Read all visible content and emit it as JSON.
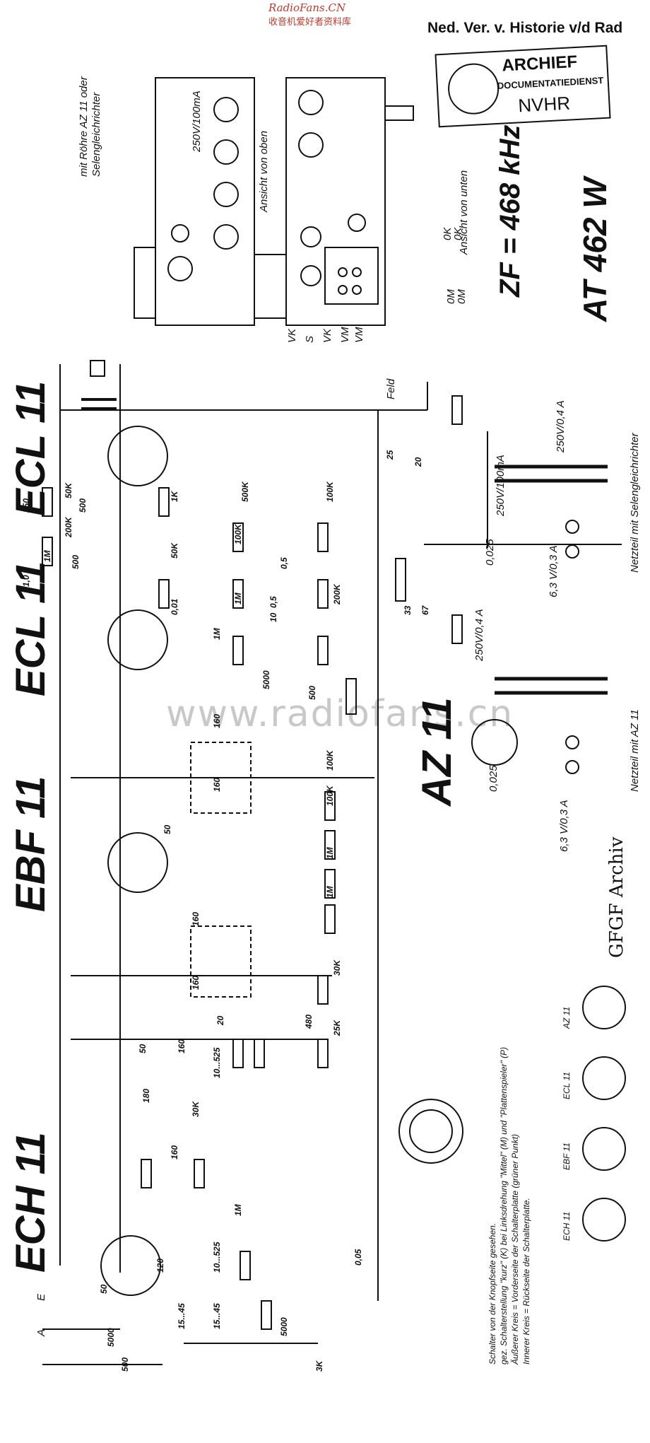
{
  "watermark": {
    "site": "RadioFans.CN",
    "site_cn": "收音机爱好者资料库",
    "center": "www.radiofans.cn"
  },
  "header": "Ned. Ver. v. Historie v/d Rad",
  "stamp": {
    "line1": "ARCHIEF",
    "line2": "DOCUMENTATIEDIENST",
    "line3": "NVHR"
  },
  "model": "AT 462 W",
  "zf": "ZF = 468 kHz",
  "tubes": {
    "ech": "ECH 11",
    "ebf": "EBF 11",
    "ecl1": "ECL 11",
    "ecl2": "ECL 11",
    "az": "AZ 11"
  },
  "views": {
    "top": "Ansicht von oben",
    "bottom": "Ansicht von unten",
    "rectifier_note_1": "mit Röhre AZ 11 oder",
    "rectifier_note_2": "Selengleichrichter",
    "fuse_top": "250V/100mA"
  },
  "switch_labels": [
    "VK",
    "S",
    "VK",
    "VM",
    "VM",
    "0K",
    "0K",
    "0M",
    "0M"
  ],
  "power": {
    "fuse_az": "250V/0,4 A",
    "fuse_selen": "250V/0,4 A",
    "fuse_selen2": "250V/100mA",
    "lamp_az": "6,3 V/0,3 A",
    "lamp_selen": "6,3 V/0,3 A",
    "cap_az": "0,025",
    "cap_selen": "0,025",
    "label_az": "Netzteil mit AZ 11",
    "label_selen": "Netzteil mit Selengleichrichter",
    "feld": "Feld"
  },
  "notes": [
    "Schalter von der Knopfseite gesehen.",
    "gez. Schalterstellung \"kurz\" (K) bei Linksdrehung \"Mittel\" (M) und \"Plattenspieler\" (P)",
    "Äußerer Kreis = Vorderseite der Schalterplatte (grüner Punkt)",
    "Innerer Kreis = Rückseite der Schalterplatte."
  ],
  "archive": "GFGF Archiv",
  "sockets": [
    "ECH 11",
    "EBF 11",
    "ECL 11",
    "AZ 11"
  ],
  "components": [
    "5000",
    "50",
    "500",
    "3K",
    "5000",
    "120",
    "10...525",
    "15...45",
    "15...45",
    "0,05",
    "1M",
    "160",
    "30K",
    "180",
    "50",
    "160",
    "10...525",
    "20",
    "480",
    "25K",
    "30K",
    "160",
    "160",
    "1M",
    "1M",
    "50",
    "100K",
    "100K",
    "160",
    "160",
    "500",
    "5000",
    "1M",
    "1M",
    "200K",
    "0,5",
    "10",
    "100K",
    "0,01",
    "50K",
    "1M",
    "200K",
    "50K",
    "500",
    "1,0",
    "250",
    "500",
    "1K",
    "500K",
    "100K",
    "25",
    "20",
    "33",
    "67",
    "0,5"
  ],
  "pins": [
    "A",
    "E"
  ]
}
